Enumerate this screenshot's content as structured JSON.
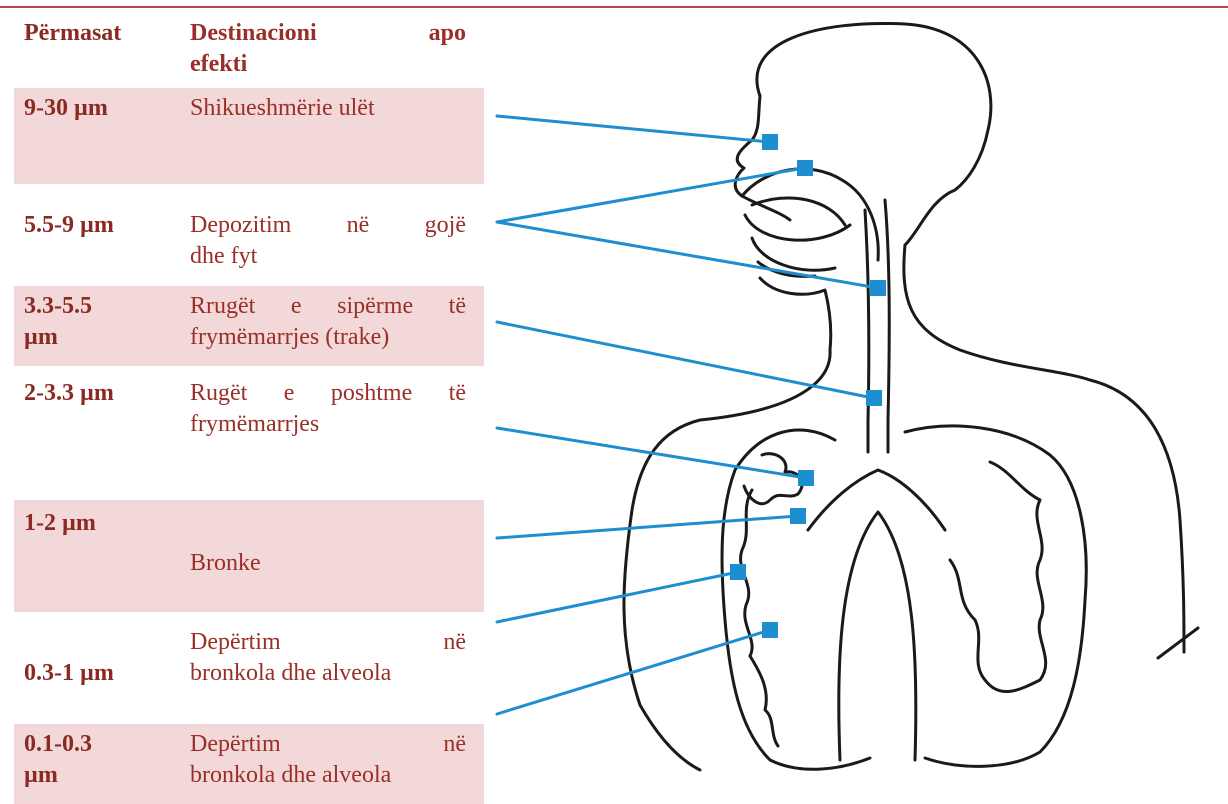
{
  "table": {
    "header": {
      "size": "Përmasat",
      "effect_line1": "Destinacioni apo",
      "effect_line2": "efekti"
    },
    "rows": [
      {
        "size": "9-30 µm",
        "effect": "Shikueshmërie ulët"
      },
      {
        "size": "5.5-9 µm",
        "effect_line1": "Depozitim në gojë",
        "effect_line2": "dhe fyt"
      },
      {
        "size_line1": "3.3-5.5",
        "size_line2": "µm",
        "effect_line1": "Rrugët e sipërme të",
        "effect_line2": "frymëmarrjes (trake)"
      },
      {
        "size": "2-3.3 µm",
        "effect_line1": "Rugët e poshtme të",
        "effect_line2": "frymëmarrjes"
      },
      {
        "size": "1-2 µm",
        "effect": "Bronke"
      },
      {
        "size": "0.3-1 µm",
        "effect_line1": "Depërtim në",
        "effect_line2": "bronkola dhe alveola"
      },
      {
        "size_line1": "0.1-0.3",
        "size_line2": "µm",
        "effect_line1": "Depërtim në",
        "effect_line2": "bronkola dhe alveola"
      }
    ]
  },
  "colors": {
    "text": "#9a2f27",
    "header_text": "#8b2a22",
    "row_shade": "#f2d8d8",
    "top_rule": "#b24a48",
    "pointer": "#1d8fd0",
    "outline": "#1a1a1a"
  },
  "diagram": {
    "icon": "respiratory-system-icon"
  }
}
